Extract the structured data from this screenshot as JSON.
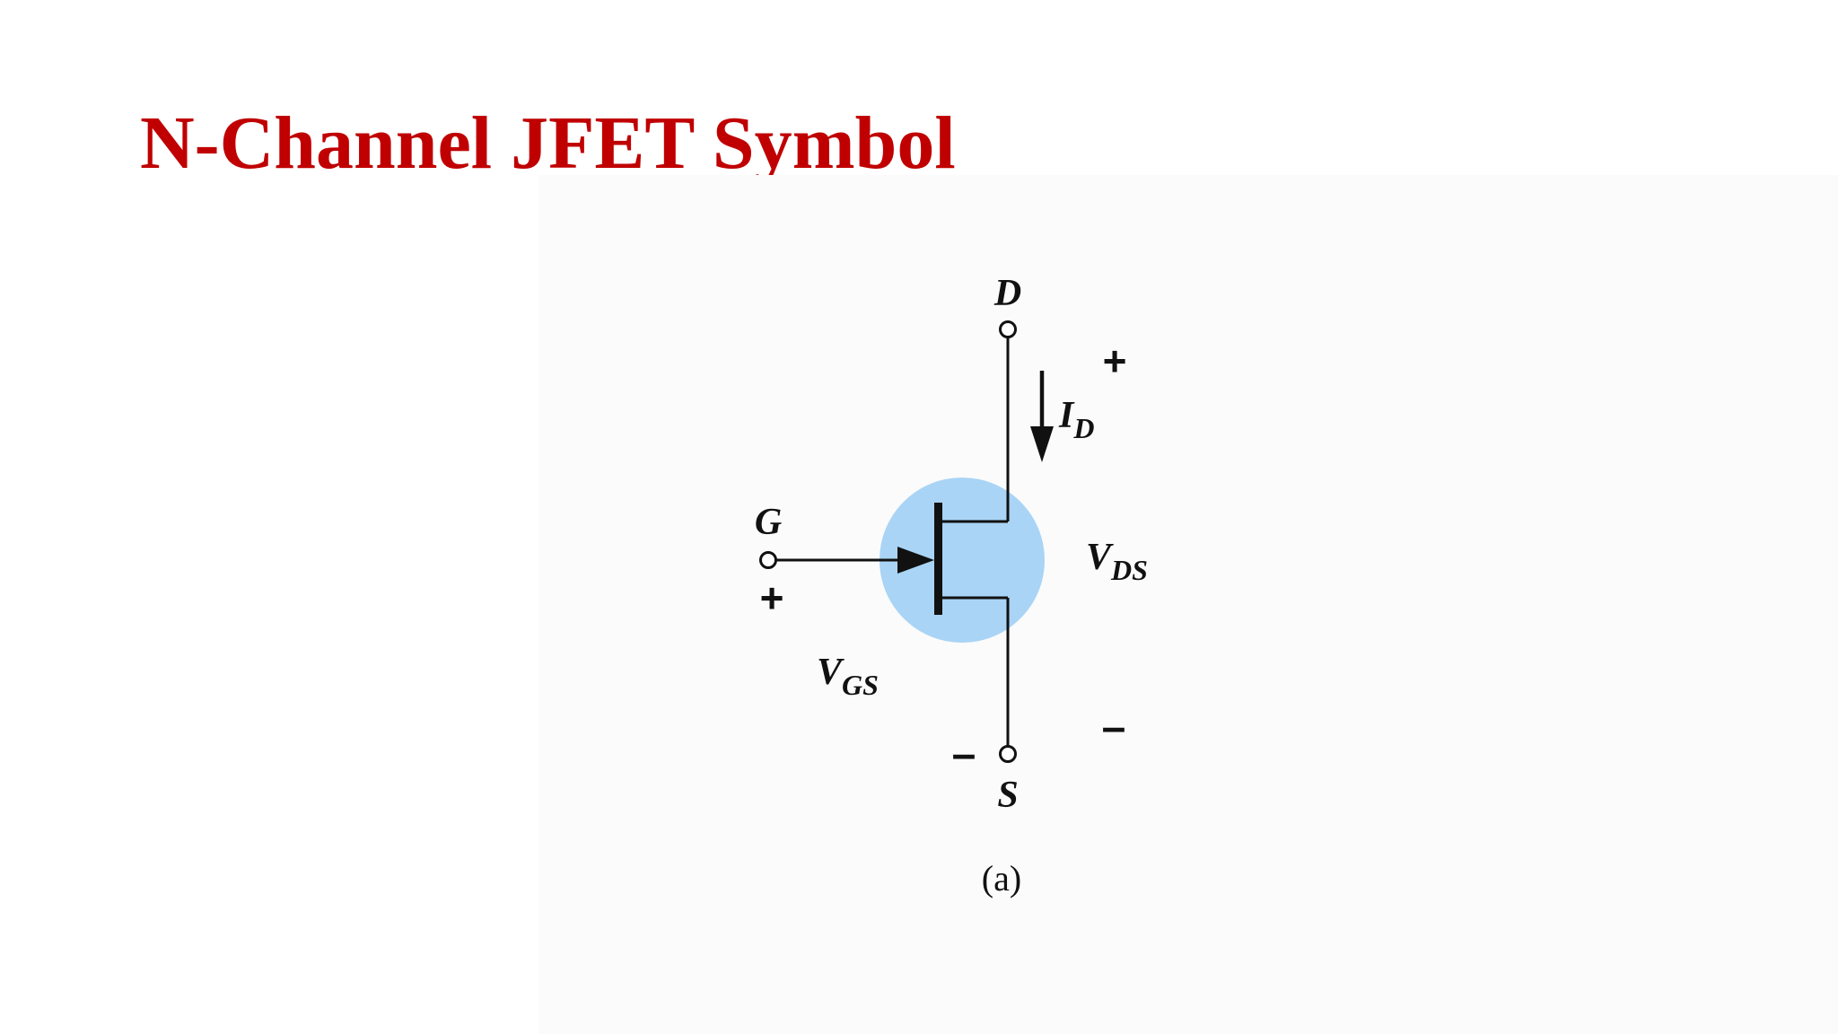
{
  "title": "N-Channel JFET Symbol",
  "diagram": {
    "terminals": {
      "drain": "D",
      "gate": "G",
      "source": "S"
    },
    "current": {
      "symbol": "I",
      "subscript": "D"
    },
    "vds": {
      "symbol": "V",
      "subscript": "DS",
      "plus": "+",
      "minus": "–"
    },
    "vgs": {
      "symbol": "V",
      "subscript": "GS",
      "plus": "+",
      "minus": "–"
    },
    "caption": "(a)",
    "colors": {
      "highlight": "#a9d4f5",
      "title": "#c00000",
      "line": "#111111"
    }
  }
}
